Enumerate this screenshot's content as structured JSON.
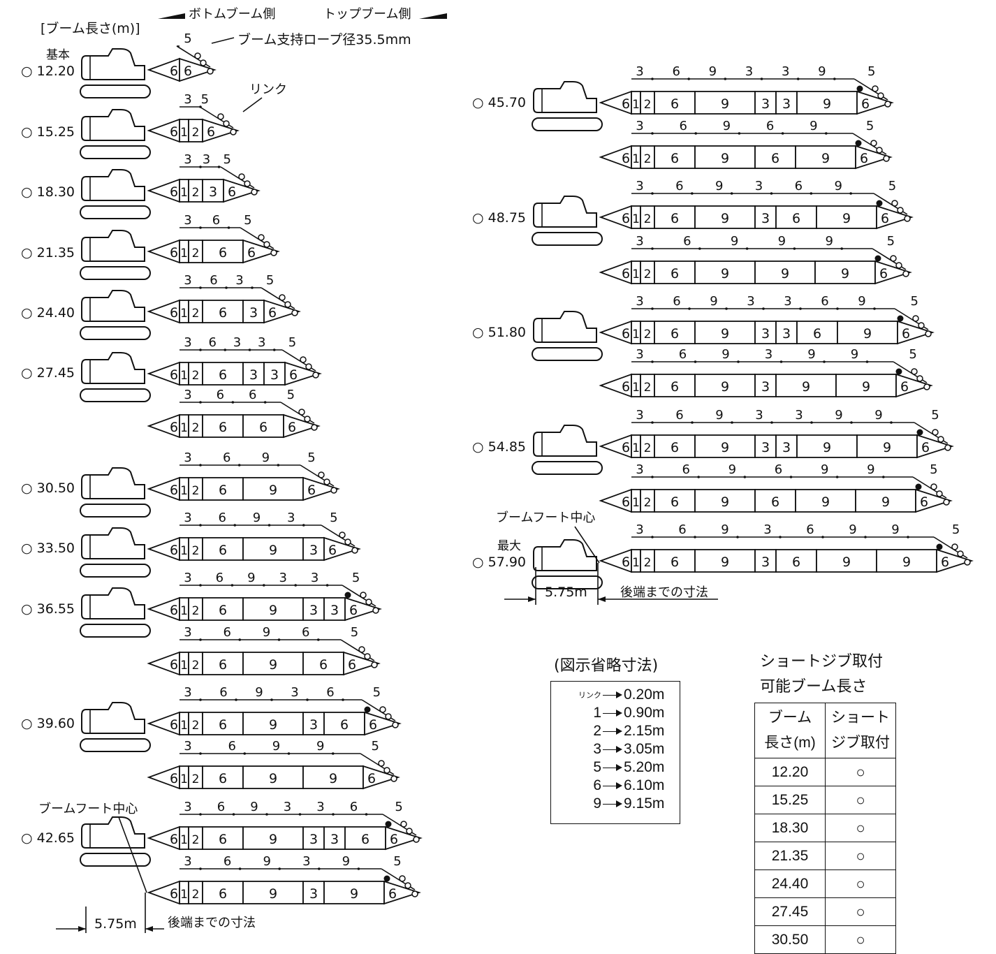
{
  "header": {
    "boom_length_label": "[ブーム長さ(m)]",
    "bottom_side": "ボトムブーム側",
    "top_side": "トップブーム側",
    "rope_note": "ブーム支持ロープ径35.5mm",
    "link_note": "リンク"
  },
  "configs": [
    {
      "mark": "○",
      "length": "12.20",
      "extra": "基本",
      "rows": [
        [
          "6",
          "6"
        ]
      ],
      "pen": "5"
    },
    {
      "mark": "○",
      "length": "15.25",
      "rows": [
        [
          "6",
          "1",
          "2",
          "6"
        ]
      ],
      "pen": "3 5"
    },
    {
      "mark": "○",
      "length": "18.30",
      "rows": [
        [
          "6",
          "1",
          "2",
          "3",
          "6"
        ]
      ],
      "pen": "3 3 5"
    },
    {
      "mark": "○",
      "length": "21.35",
      "rows": [
        [
          "6",
          "1",
          "2",
          "6",
          "6"
        ]
      ],
      "pen": "3 6 5"
    },
    {
      "mark": "○",
      "length": "24.40",
      "rows": [
        [
          "6",
          "1",
          "2",
          "6",
          "3",
          "6"
        ]
      ],
      "pen": "3 6 3 5"
    },
    {
      "mark": "○",
      "length": "27.45",
      "rows": [
        [
          "6",
          "1",
          "2",
          "6",
          "3",
          "3",
          "6"
        ],
        [
          "6",
          "1",
          "2",
          "6",
          "6",
          "6"
        ]
      ],
      "pen": "3 6 3 3 5 / 3 6 6 5"
    },
    {
      "mark": "○",
      "length": "30.50",
      "rows": [
        [
          "6",
          "1",
          "2",
          "6",
          "9",
          "6"
        ]
      ],
      "pen": "3 6 9 5"
    },
    {
      "mark": "○",
      "length": "33.50",
      "rows": [
        [
          "6",
          "1",
          "2",
          "6",
          "9",
          "3",
          "6"
        ]
      ],
      "pen": "3 6 9 3 5"
    },
    {
      "mark": "○",
      "length": "36.55",
      "rows": [
        [
          "6",
          "1",
          "2",
          "6",
          "9",
          "3",
          "3",
          "6"
        ],
        [
          "6",
          "1",
          "2",
          "6",
          "9",
          "6",
          "6"
        ]
      ],
      "pen": "3 6 9 3 3 5 / 3 6 9 6 5"
    },
    {
      "mark": "○",
      "length": "39.60",
      "rows": [
        [
          "6",
          "1",
          "2",
          "6",
          "9",
          "3",
          "6",
          "6"
        ],
        [
          "6",
          "1",
          "2",
          "6",
          "9",
          "9",
          "6"
        ]
      ],
      "pen": "3 6 9 3 6 5 / 3 6 9 9 5"
    },
    {
      "mark": "○",
      "length": "42.65",
      "rows": [
        [
          "6",
          "1",
          "2",
          "6",
          "9",
          "3",
          "3",
          "6",
          "6"
        ],
        [
          "6",
          "1",
          "2",
          "6",
          "9",
          "3",
          "9",
          "6"
        ]
      ],
      "pen": "3 6 9 3 3 6 5 / 3 6 9 3 9 5"
    },
    {
      "mark": "○",
      "length": "45.70",
      "rows": [
        [
          "6",
          "1",
          "2",
          "6",
          "9",
          "3",
          "3",
          "9",
          "6"
        ],
        [
          "6",
          "1",
          "2",
          "6",
          "9",
          "6",
          "9",
          "6"
        ]
      ],
      "pen": "3 6 9 3 3 9 5 / 3 6 9 6 9 5"
    },
    {
      "mark": "○",
      "length": "48.75",
      "rows": [
        [
          "6",
          "1",
          "2",
          "6",
          "9",
          "3",
          "6",
          "9",
          "6"
        ],
        [
          "6",
          "1",
          "2",
          "6",
          "9",
          "9",
          "9",
          "6"
        ]
      ],
      "pen": "3 6 9 3 6 9 5 / 3 6 9 9 9 5"
    },
    {
      "mark": "○",
      "length": "51.80",
      "rows": [
        [
          "6",
          "1",
          "2",
          "6",
          "9",
          "3",
          "3",
          "6",
          "9",
          "6"
        ],
        [
          "6",
          "1",
          "2",
          "6",
          "9",
          "3",
          "9",
          "9",
          "6"
        ]
      ],
      "pen": "3 6 9 3 3 6 9 5 / 3 6 9 3 9 9 5"
    },
    {
      "mark": "○",
      "length": "54.85",
      "rows": [
        [
          "6",
          "1",
          "2",
          "6",
          "9",
          "3",
          "3",
          "9",
          "9",
          "6"
        ],
        [
          "6",
          "1",
          "2",
          "6",
          "9",
          "6",
          "9",
          "9",
          "6"
        ]
      ],
      "pen": "3 6 9 3 3 9 9 5 / 3 6 9 6 9 9 5"
    },
    {
      "mark": "○",
      "length": "57.90",
      "extra": "最大",
      "rows": [
        [
          "6",
          "1",
          "2",
          "6",
          "9",
          "3",
          "6",
          "9",
          "9",
          "6"
        ]
      ],
      "pen": "3 6 9 3 6 9 9 5"
    }
  ],
  "dims": {
    "foot_center": "ブームフート中心",
    "tail_dim": "5.75m",
    "tail_label": "後端までの寸法"
  },
  "legend": {
    "title": "(図示省略寸法)",
    "rows": [
      {
        "key": "リンク",
        "value": "0.20m"
      },
      {
        "key": "1",
        "value": "0.90m"
      },
      {
        "key": "2",
        "value": "2.15m"
      },
      {
        "key": "3",
        "value": "3.05m"
      },
      {
        "key": "5",
        "value": "5.20m"
      },
      {
        "key": "6",
        "value": "6.10m"
      },
      {
        "key": "9",
        "value": "9.15m"
      }
    ]
  },
  "short_jib": {
    "title_line1": "ショートジブ取付",
    "title_line2": "可能ブーム長さ",
    "col1_line1": "ブーム",
    "col1_line2": "長さ(m)",
    "col2_line1": "ショート",
    "col2_line2": "ジブ取付",
    "rows": [
      {
        "length": "12.20",
        "mark": "○"
      },
      {
        "length": "15.25",
        "mark": "○"
      },
      {
        "length": "18.30",
        "mark": "○"
      },
      {
        "length": "21.35",
        "mark": "○"
      },
      {
        "length": "24.40",
        "mark": "○"
      },
      {
        "length": "27.45",
        "mark": "○"
      },
      {
        "length": "30.50",
        "mark": "○"
      }
    ]
  }
}
